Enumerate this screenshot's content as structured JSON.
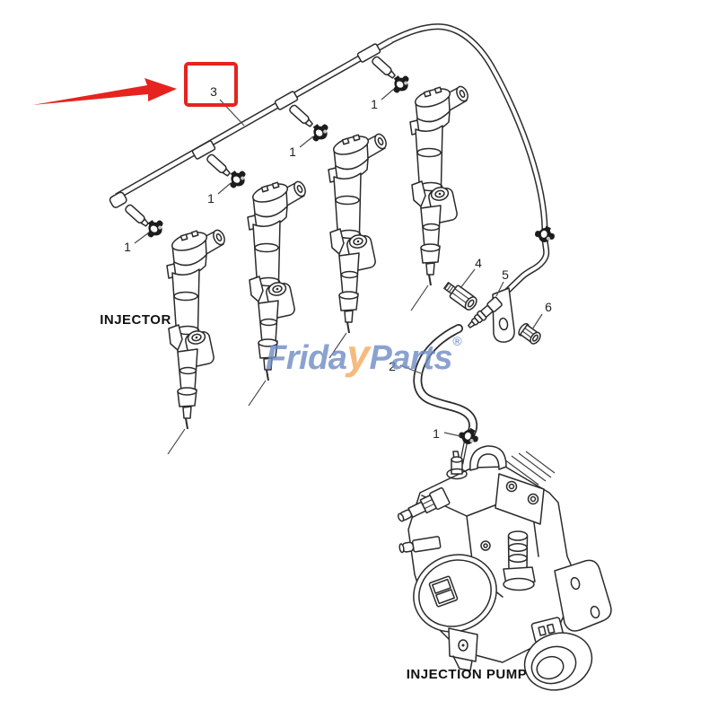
{
  "labels": {
    "injector": "INJECTOR",
    "injection_pump": "INJECTION PUMP"
  },
  "parts": {
    "clamp": {
      "number": "1"
    },
    "hose": {
      "number": "2"
    },
    "fuel_return_rail": {
      "number": "3"
    },
    "fitting": {
      "number": "4"
    },
    "bracket": {
      "number": "5"
    },
    "bolt": {
      "number": "6"
    }
  },
  "annotation": {
    "highlight_color": "#e6231e"
  },
  "watermark": {
    "frida": "Frida",
    "y": "y",
    "parts": "Parts",
    "registered": "®",
    "blue": "#6d8cc4",
    "orange": "#f4a95f"
  }
}
